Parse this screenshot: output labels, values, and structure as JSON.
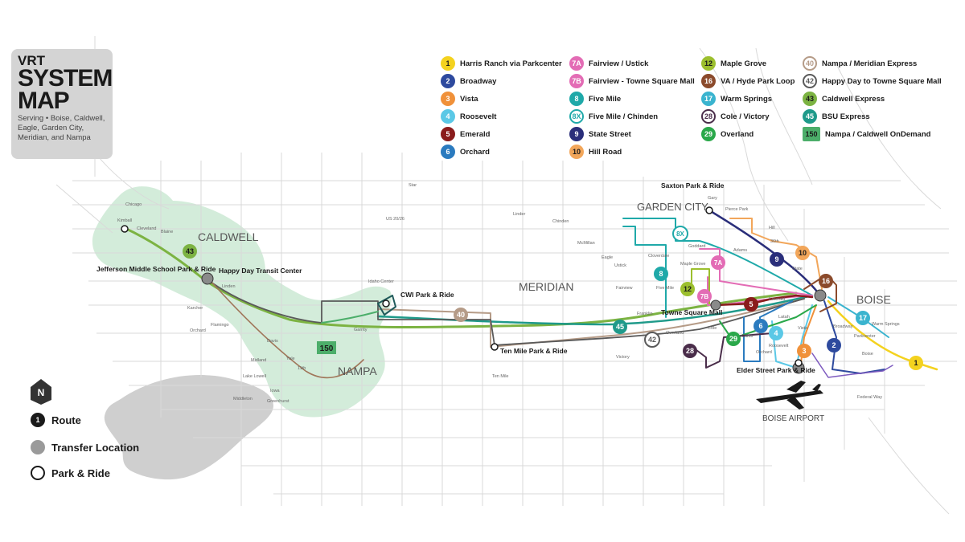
{
  "title": {
    "agency": "VRT",
    "heading": "SYSTEM MAP",
    "subtitle": "Serving • Boise, Caldwell, Eagle, Garden City, Meridian, and Nampa"
  },
  "routes": [
    {
      "number": "1",
      "name": "Harris Ranch via Parkcenter",
      "color": "#f4d21f"
    },
    {
      "number": "2",
      "name": "Broadway",
      "color": "#2e4a9e"
    },
    {
      "number": "3",
      "name": "Vista",
      "color": "#f0913a"
    },
    {
      "number": "4",
      "name": "Roosevelt",
      "color": "#5bc8e6"
    },
    {
      "number": "5",
      "name": "Emerald",
      "color": "#8a1c1c"
    },
    {
      "number": "6",
      "name": "Orchard",
      "color": "#2b7bbf"
    },
    {
      "number": "7A",
      "name": "Fairview / Ustick",
      "color": "#e36cb5"
    },
    {
      "number": "7B",
      "name": "Fairview - Towne Square Mall",
      "color": "#e36cb5"
    },
    {
      "number": "8",
      "name": "Five Mile",
      "color": "#1fa9a9"
    },
    {
      "number": "8X",
      "name": "Five Mile / Chinden",
      "color": "#1fa9a9"
    },
    {
      "number": "9",
      "name": "State Street",
      "color": "#2a2e7a"
    },
    {
      "number": "10",
      "name": "Hill Road",
      "color": "#f2a65a"
    },
    {
      "number": "12",
      "name": "Maple Grove",
      "color": "#9cbf2e"
    },
    {
      "number": "16",
      "name": "VA / Hyde Park Loop",
      "color": "#8b4a2b"
    },
    {
      "number": "17",
      "name": "Warm Springs",
      "color": "#3ab4cf"
    },
    {
      "number": "28",
      "name": "Cole / Victory",
      "color": "#4a2d4a"
    },
    {
      "number": "29",
      "name": "Overland",
      "color": "#2aa84a"
    },
    {
      "number": "40",
      "name": "Nampa / Meridian Express",
      "color": "#b59b87"
    },
    {
      "number": "42",
      "name": "Happy Day to Towne Square Mall",
      "color": "#5a5a5a"
    },
    {
      "number": "43",
      "name": "Caldwell Express",
      "color": "#7cb342"
    },
    {
      "number": "45",
      "name": "BSU Express",
      "color": "#1f9a8a"
    },
    {
      "number": "150",
      "name": "Nampa / Caldwell OnDemand",
      "color": "#4cae6a"
    }
  ],
  "map": {
    "cities": [
      "CALDWELL",
      "MERIDIAN",
      "GARDEN CITY",
      "NAMPA",
      "BOISE",
      "BOISE AIRPORT"
    ],
    "park_rides": [
      "Jefferson Middle School Park & Ride",
      "CWI Park & Ride",
      "Ten Mile Park & Ride",
      "Saxton Park & Ride",
      "Elder Street Park & Ride"
    ],
    "transfer_locations": [
      "Happy Day Transit Center",
      "Towne Square Mall"
    ],
    "streets": {
      "caldwell": [
        "Chicago",
        "Kimball",
        "Cleveland",
        "Blaine",
        "Linden",
        "Karcher",
        "Orchard",
        "Flamingo"
      ],
      "nampa": [
        "Davis",
        "Midland",
        "Lake Lowell",
        "Iowa",
        "Greenhurst",
        "Middleton",
        "Garrity",
        "11th",
        "Idaho Center",
        "Yale"
      ],
      "meridian": [
        "Star",
        "US 20/26",
        "Linder",
        "Chinden",
        "McMillan",
        "Ustick",
        "Cloverdale",
        "Eagle",
        "Ten Mile"
      ],
      "boise_west": [
        "Fairview",
        "Franklin",
        "Five Mile",
        "Maple Grove",
        "Goddard",
        "Overland",
        "Victory",
        "Cole"
      ],
      "boise_east": [
        "Gary",
        "Pierce Park",
        "Hill",
        "Adams",
        "36th",
        "State",
        "Emerald",
        "Curtis",
        "Orchard",
        "Roosevelt",
        "Latah",
        "Vista",
        "Broadway",
        "Warm Springs",
        "Parkcenter",
        "Boise",
        "Federal Way"
      ]
    }
  },
  "key": {
    "route_label": "Route",
    "route_sample": "1",
    "transfer_label": "Transfer Location",
    "park_ride_label": "Park & Ride",
    "north_label": "N"
  }
}
